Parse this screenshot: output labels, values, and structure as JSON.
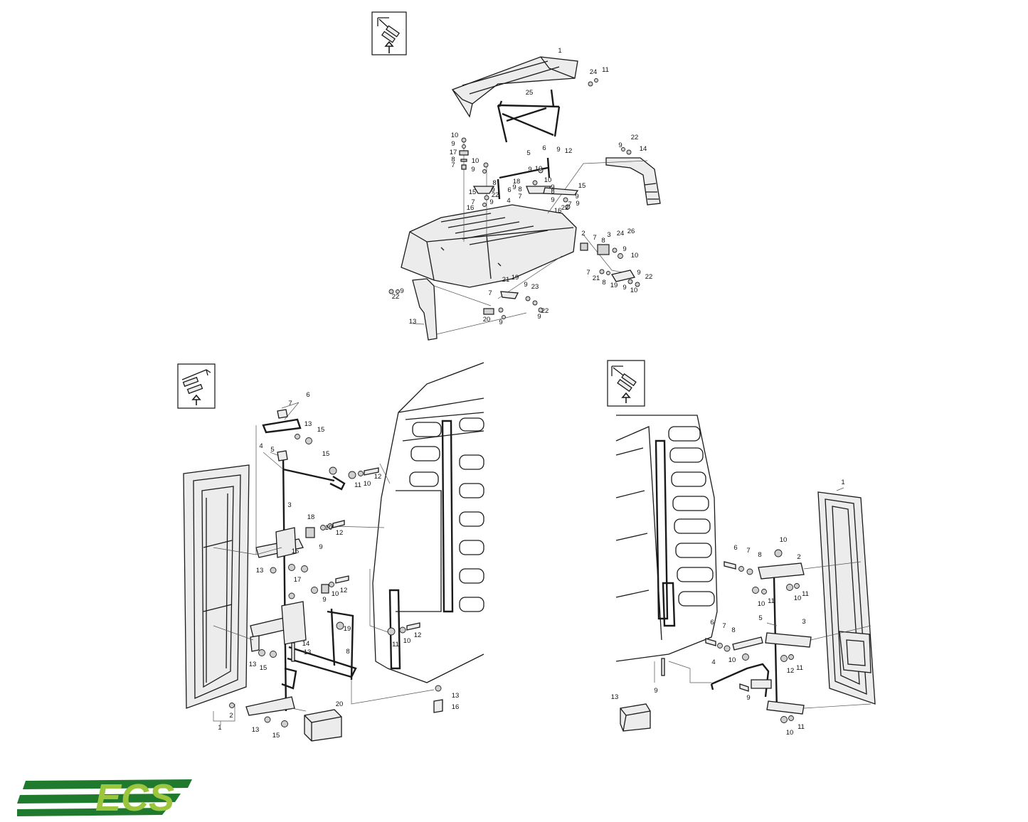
{
  "logo": {
    "text": "ECS",
    "primary_color": "#1f7a2e",
    "accent_color": "#9bc53d"
  },
  "orientation_icon": "front-arrow-icon",
  "diagrams": {
    "top": {
      "labels": [
        {
          "text": "1",
          "p": [
            787,
            74
          ]
        },
        {
          "text": "24",
          "p": [
            834,
            104
          ]
        },
        {
          "text": "11",
          "p": [
            851,
            101
          ]
        },
        {
          "text": "25",
          "p": [
            744,
            133
          ]
        },
        {
          "text": "22",
          "p": [
            892,
            196
          ]
        },
        {
          "text": "9",
          "p": [
            872,
            207
          ]
        },
        {
          "text": "14",
          "p": [
            904,
            212
          ]
        },
        {
          "text": "10",
          "p": [
            639,
            193
          ]
        },
        {
          "text": "9",
          "p": [
            637,
            205
          ]
        },
        {
          "text": "17",
          "p": [
            637,
            217
          ]
        },
        {
          "text": "8",
          "p": [
            637,
            227
          ]
        },
        {
          "text": "7",
          "p": [
            637,
            235
          ]
        },
        {
          "text": "10",
          "p": [
            668,
            229
          ]
        },
        {
          "text": "9",
          "p": [
            665,
            241
          ]
        },
        {
          "text": "5",
          "p": [
            743,
            218
          ]
        },
        {
          "text": "6",
          "p": [
            765,
            211
          ]
        },
        {
          "text": "9",
          "p": [
            785,
            213
          ]
        },
        {
          "text": "12",
          "p": [
            799,
            215
          ]
        },
        {
          "text": "9",
          "p": [
            745,
            241
          ]
        },
        {
          "text": "10",
          "p": [
            757,
            240
          ]
        },
        {
          "text": "18",
          "p": [
            726,
            258
          ]
        },
        {
          "text": "9",
          "p": [
            723,
            266
          ]
        },
        {
          "text": "10",
          "p": [
            770,
            256
          ]
        },
        {
          "text": "8",
          "p": [
            695,
            260
          ]
        },
        {
          "text": "9",
          "p": [
            693,
            270
          ]
        },
        {
          "text": "15",
          "p": [
            664,
            273
          ]
        },
        {
          "text": "22",
          "p": [
            696,
            277
          ]
        },
        {
          "text": "6",
          "p": [
            716,
            270
          ]
        },
        {
          "text": "8",
          "p": [
            731,
            269
          ]
        },
        {
          "text": "7",
          "p": [
            731,
            279
          ]
        },
        {
          "text": "9",
          "p": [
            777,
            266
          ]
        },
        {
          "text": "15",
          "p": [
            818,
            264
          ]
        },
        {
          "text": "8",
          "p": [
            777,
            272
          ]
        },
        {
          "text": "9",
          "p": [
            811,
            279
          ]
        },
        {
          "text": "7",
          "p": [
            665,
            287
          ]
        },
        {
          "text": "9",
          "p": [
            691,
            287
          ]
        },
        {
          "text": "4",
          "p": [
            715,
            285
          ]
        },
        {
          "text": "9",
          "p": [
            777,
            284
          ]
        },
        {
          "text": "9",
          "p": [
            812,
            289
          ]
        },
        {
          "text": "7",
          "p": [
            801,
            290
          ]
        },
        {
          "text": "16",
          "p": [
            661,
            295
          ]
        },
        {
          "text": "22",
          "p": [
            794,
            295
          ]
        },
        {
          "text": "16",
          "p": [
            784,
            299
          ]
        },
        {
          "text": "2",
          "p": [
            820,
            331
          ]
        },
        {
          "text": "7",
          "p": [
            836,
            337
          ]
        },
        {
          "text": "3",
          "p": [
            856,
            333
          ]
        },
        {
          "text": "24",
          "p": [
            872,
            331
          ]
        },
        {
          "text": "26",
          "p": [
            887,
            328
          ]
        },
        {
          "text": "8",
          "p": [
            848,
            341
          ]
        },
        {
          "text": "9",
          "p": [
            878,
            353
          ]
        },
        {
          "text": "10",
          "p": [
            892,
            362
          ]
        },
        {
          "text": "7",
          "p": [
            827,
            386
          ]
        },
        {
          "text": "9",
          "p": [
            898,
            386
          ]
        },
        {
          "text": "21",
          "p": [
            838,
            394
          ]
        },
        {
          "text": "22",
          "p": [
            912,
            392
          ]
        },
        {
          "text": "8",
          "p": [
            849,
            400
          ]
        },
        {
          "text": "19",
          "p": [
            863,
            404
          ]
        },
        {
          "text": "9",
          "p": [
            878,
            407
          ]
        },
        {
          "text": "10",
          "p": [
            891,
            411
          ]
        },
        {
          "text": "21",
          "p": [
            711,
            396
          ]
        },
        {
          "text": "19",
          "p": [
            724,
            393
          ]
        },
        {
          "text": "9",
          "p": [
            739,
            403
          ]
        },
        {
          "text": "23",
          "p": [
            752,
            406
          ]
        },
        {
          "text": "7",
          "p": [
            689,
            415
          ]
        },
        {
          "text": "9",
          "p": [
            565,
            412
          ]
        },
        {
          "text": "22",
          "p": [
            556,
            420
          ]
        },
        {
          "text": "22",
          "p": [
            766,
            440
          ]
        },
        {
          "text": "9",
          "p": [
            758,
            448
          ]
        },
        {
          "text": "13",
          "p": [
            580,
            455
          ]
        },
        {
          "text": "20",
          "p": [
            684,
            452
          ]
        },
        {
          "text": "9",
          "p": [
            704,
            456
          ]
        }
      ]
    },
    "left": {
      "labels": [
        {
          "text": "6",
          "p": [
            433,
            558
          ]
        },
        {
          "text": "7",
          "p": [
            408,
            570
          ]
        },
        {
          "text": "13",
          "p": [
            433,
            599
          ]
        },
        {
          "text": "15",
          "p": [
            451,
            607
          ]
        },
        {
          "text": "4",
          "p": [
            367,
            630
          ]
        },
        {
          "text": "5",
          "p": [
            383,
            635
          ]
        },
        {
          "text": "15",
          "p": [
            458,
            641
          ]
        },
        {
          "text": "12",
          "p": [
            531,
            673
          ]
        },
        {
          "text": "11",
          "p": [
            503,
            685
          ]
        },
        {
          "text": "10",
          "p": [
            516,
            683
          ]
        },
        {
          "text": "3",
          "p": [
            407,
            713
          ]
        },
        {
          "text": "18",
          "p": [
            437,
            730
          ]
        },
        {
          "text": "10",
          "p": [
            462,
            745
          ]
        },
        {
          "text": "12",
          "p": [
            477,
            752
          ]
        },
        {
          "text": "9",
          "p": [
            451,
            772
          ]
        },
        {
          "text": "15",
          "p": [
            415,
            778
          ]
        },
        {
          "text": "13",
          "p": [
            365,
            805
          ]
        },
        {
          "text": "17",
          "p": [
            418,
            818
          ]
        },
        {
          "text": "10",
          "p": [
            471,
            838
          ]
        },
        {
          "text": "12",
          "p": [
            483,
            833
          ]
        },
        {
          "text": "9",
          "p": [
            456,
            846
          ]
        },
        {
          "text": "19",
          "p": [
            488,
            887
          ]
        },
        {
          "text": "12",
          "p": [
            587,
            896
          ]
        },
        {
          "text": "10",
          "p": [
            572,
            904
          ]
        },
        {
          "text": "11",
          "p": [
            556,
            909
          ]
        },
        {
          "text": "14",
          "p": [
            430,
            908
          ]
        },
        {
          "text": "13",
          "p": [
            432,
            920
          ]
        },
        {
          "text": "8",
          "p": [
            489,
            919
          ]
        },
        {
          "text": "13",
          "p": [
            355,
            937
          ]
        },
        {
          "text": "15",
          "p": [
            370,
            942
          ]
        },
        {
          "text": "13",
          "p": [
            640,
            981
          ]
        },
        {
          "text": "16",
          "p": [
            640,
            997
          ]
        },
        {
          "text": "20",
          "p": [
            477,
            993
          ]
        },
        {
          "text": "2",
          "p": [
            325,
            1009
          ]
        },
        {
          "text": "1",
          "p": [
            309,
            1026
          ]
        },
        {
          "text": "13",
          "p": [
            359,
            1029
          ]
        },
        {
          "text": "15",
          "p": [
            388,
            1037
          ]
        }
      ]
    },
    "right": {
      "labels": [
        {
          "text": "1",
          "p": [
            1185,
            681
          ]
        },
        {
          "text": "10",
          "p": [
            1101,
            762
          ]
        },
        {
          "text": "6",
          "p": [
            1034,
            773
          ]
        },
        {
          "text": "7",
          "p": [
            1052,
            777
          ]
        },
        {
          "text": "8",
          "p": [
            1068,
            783
          ]
        },
        {
          "text": "2",
          "p": [
            1123,
            786
          ]
        },
        {
          "text": "10",
          "p": [
            1070,
            852
          ]
        },
        {
          "text": "11",
          "p": [
            1084,
            848
          ]
        },
        {
          "text": "10",
          "p": [
            1121,
            844
          ]
        },
        {
          "text": "11",
          "p": [
            1132,
            838
          ]
        },
        {
          "text": "5",
          "p": [
            1069,
            872
          ]
        },
        {
          "text": "3",
          "p": [
            1130,
            877
          ]
        },
        {
          "text": "6",
          "p": [
            1001,
            878
          ]
        },
        {
          "text": "7",
          "p": [
            1018,
            883
          ]
        },
        {
          "text": "8",
          "p": [
            1031,
            889
          ]
        },
        {
          "text": "10",
          "p": [
            1029,
            931
          ]
        },
        {
          "text": "12",
          "p": [
            1111,
            946
          ]
        },
        {
          "text": "11",
          "p": [
            1124,
            942
          ]
        },
        {
          "text": "4",
          "p": [
            1003,
            934
          ]
        },
        {
          "text": "9",
          "p": [
            922,
            974
          ]
        },
        {
          "text": "9",
          "p": [
            1052,
            984
          ]
        },
        {
          "text": "13",
          "p": [
            864,
            983
          ]
        },
        {
          "text": "11",
          "p": [
            1126,
            1025
          ]
        },
        {
          "text": "10",
          "p": [
            1110,
            1033
          ]
        }
      ]
    }
  }
}
